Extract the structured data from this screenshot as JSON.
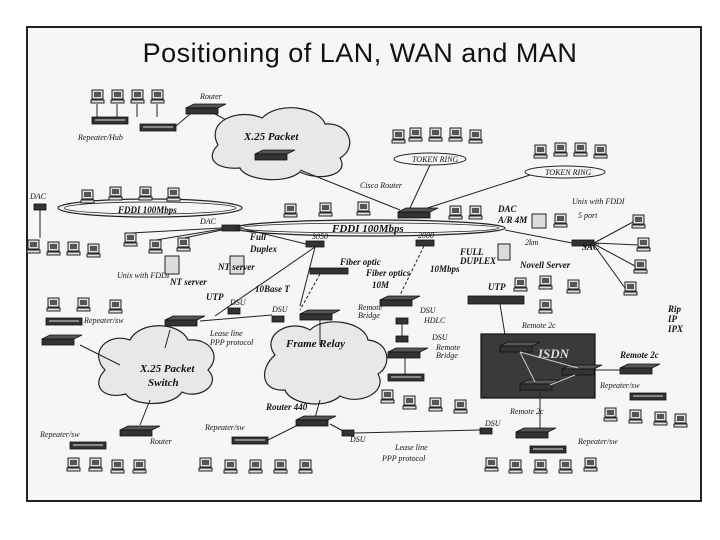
{
  "title": "Positioning of LAN, WAN and MAN",
  "labels": {
    "router_top": "Router",
    "repeater_hub": "Repeater/Hub",
    "x25_packet": "X.25 Packet",
    "token_ring_1": "TOKEN RING",
    "token_ring_2": "TOKEN RING",
    "cisco_router": "Cisco Router",
    "dac_left": "DAC",
    "fddi_left": "FDDI 100Mbps",
    "dac_mid": "DAC",
    "full_duplex_left_1": "Full",
    "full_duplex_left_2": "Duplex",
    "unix_fddi_left": "Unix with FDDI",
    "nt_server_1": "NT server",
    "nt_server_2": "NT server",
    "base_t": "10Base T",
    "fddi_main": "FDDI 100Mbps",
    "n3050": "3050",
    "n2000": "2000",
    "fiber_optic": "Fiber optic",
    "fiber_optics_10m_1": "Fiber optics",
    "fiber_optics_10m_2": "10M",
    "dac_ar": "DAC",
    "ar_4m": "A/R 4M",
    "unix_fddi_right": "Unix with FDDI",
    "five_port": "5 port",
    "full_duplex_right_1": "FULL",
    "full_duplex_right_2": "DUPLEX",
    "ten_mbps": "10Mbps",
    "novell_server": "Novell Server",
    "two_km": "2km",
    "sac": "SAC",
    "rip": "Rip",
    "ip": "IP",
    "ipx": "IPX",
    "utp_left": "UTP",
    "dsu_1": "DSU",
    "dsu_2": "DSU",
    "lease_line_1a": "Lease line",
    "lease_line_1b": "PPP protocol",
    "repeater_sw_1": "Repeater/sw",
    "x25_switch_1": "X.25 Packet",
    "x25_switch_2": "Switch",
    "frame_relay": "Frame Relay",
    "remote_bridge_1a": "Remote",
    "remote_bridge_1b": "Bridge",
    "dsu_hdlc_1": "DSU",
    "dsu_hdlc_2": "HDLC",
    "dsu_3": "DSU",
    "remote_bridge_2a": "Remote",
    "remote_bridge_2b": "Bridge",
    "utp_right": "UTP",
    "remote_2c_top": "Remote 2c",
    "isdn": "ISDN",
    "remote_2c_right": "Remote 2c",
    "repeater_sw_right": "Repeater/sw",
    "repeater_sw_left_bottom": "Repeater/sw",
    "router_bottom": "Router",
    "router_440": "Router 440",
    "repeater_sw_mid": "Repeater/sw",
    "dsu_4": "DSU",
    "lease_line_2a": "Lease line",
    "lease_line_2b": "PPP protocol",
    "remote_2c_bottom": "Remote 2c",
    "dsu_5": "DSU",
    "repeater_sw_bottom_right": "Repeater/sw"
  }
}
